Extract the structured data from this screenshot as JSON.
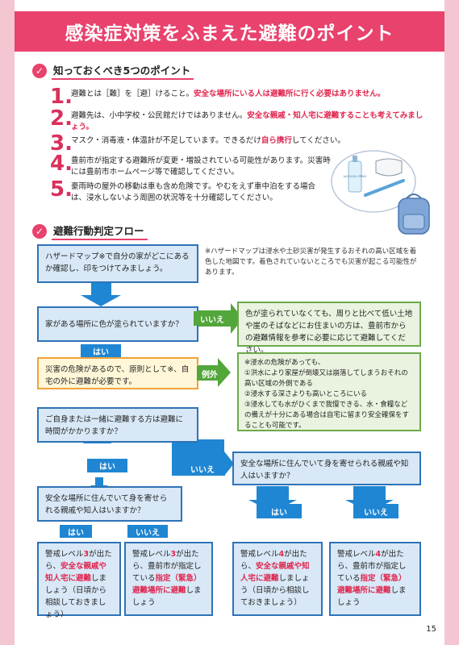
{
  "title": "感染症対策をふまえた避難のポイント",
  "section1": {
    "heading": "知っておくべき5つのポイント",
    "points": [
      {
        "num": "1.",
        "a": "避難とは［難］を［避］けること。",
        "b": "安全な場所にいる人は避難所に行く必要はありません。",
        "c": ""
      },
      {
        "num": "2.",
        "a": "避難先は、小中学校・公民館だけではありません。",
        "b": "安全な親戚・知人宅に避難することも考えてみましょう。",
        "c": ""
      },
      {
        "num": "3.",
        "a": "マスク・消毒液・体温計が不足しています。できるだけ",
        "b": "自ら携行",
        "c": "してください。"
      },
      {
        "num": "4.",
        "a": "豊前市が指定する避難所が変更・増設されている可能性があります。災害時には豊前市ホームページ等で確認してください。",
        "b": "",
        "c": ""
      },
      {
        "num": "5.",
        "a": "豪雨時の屋外の移動は車も含め危険です。やむをえず車中泊をする場合は、浸水しないよう周囲の状況等を十分確認してください。",
        "b": "",
        "c": ""
      }
    ],
    "spray_label": "ALCOHOL SPRAY"
  },
  "section2": {
    "heading": "避難行動判定フロー",
    "hazard_box": "ハザードマップ※で自分の家がどこにあるか確認し、印をつけてみましょう。",
    "hazard_note": "※ハザードマップは浸水や土砂災害が発生するおそれの高い区域を着色した地図です。着色されていないところでも災害が起こる可能性があります。",
    "q1": "家がある場所に色が塗られていますか？",
    "iie1": "いいえ",
    "q1_no_result": "色が塗られていなくても、周りと比べて低い土地や崖のそばなどにお住まいの方は、豊前市からの避難情報を参考に必要に応じて避難してください。",
    "hai1": "はい",
    "danger_box": "災害の危険があるので、原則として※、自宅の外に避難が必要です。",
    "exception_tag": "例外",
    "exception_note": {
      "head": "※浸水の危険があっても、",
      "items": [
        "①洪水により家屋が倒壊又は崩落してしまうおそれの高い区域の外側である",
        "②浸水する深さよりも高いところにいる",
        "③浸水しても水がひくまで我慢できる、水・食糧などの備えが十分にある場合は自宅に留まり安全確保をすることも可能です。"
      ]
    },
    "q2": "ご自身または一緒に避難する方は避難に時間がかかりますか？",
    "hai2": "はい",
    "iie2": "いいえ",
    "q3_left": "安全な場所に住んでいて身を寄せられる親戚や知人はいますか？",
    "q3_right": "安全な場所に住んでいて身を寄せられる親戚や知人はいますか？",
    "hai3": "はい",
    "iie3": "いいえ",
    "hai4": "はい",
    "iie4": "いいえ",
    "result1": {
      "a": "警戒レベル",
      "lv": "3",
      "b": "が出たら、",
      "c": "安全な親戚や知人宅に避難",
      "d": "しましょう（日頃から相談しておきましょう）"
    },
    "result2": {
      "a": "警戒レベル",
      "lv": "3",
      "b": "が出たら、豊前市が指定している",
      "c": "指定（緊急）避難場所に避難",
      "d": "しましょう"
    },
    "result3": {
      "a": "警戒レベル",
      "lv": "4",
      "b": "が出たら、",
      "c": "安全な親戚や知人宅に避難",
      "d": "しましょう（日頃から相談しておきましょう）"
    },
    "result4": {
      "a": "警戒レベル",
      "lv": "4",
      "b": "が出たら、豊前市が指定している",
      "c": "指定（緊急）避難場所に避難",
      "d": "しましょう"
    }
  },
  "page_number": "15",
  "colors": {
    "accent": "#e8426d",
    "blue": "#1f86d3",
    "green": "#52a63a",
    "orange": "#f0a23a"
  }
}
